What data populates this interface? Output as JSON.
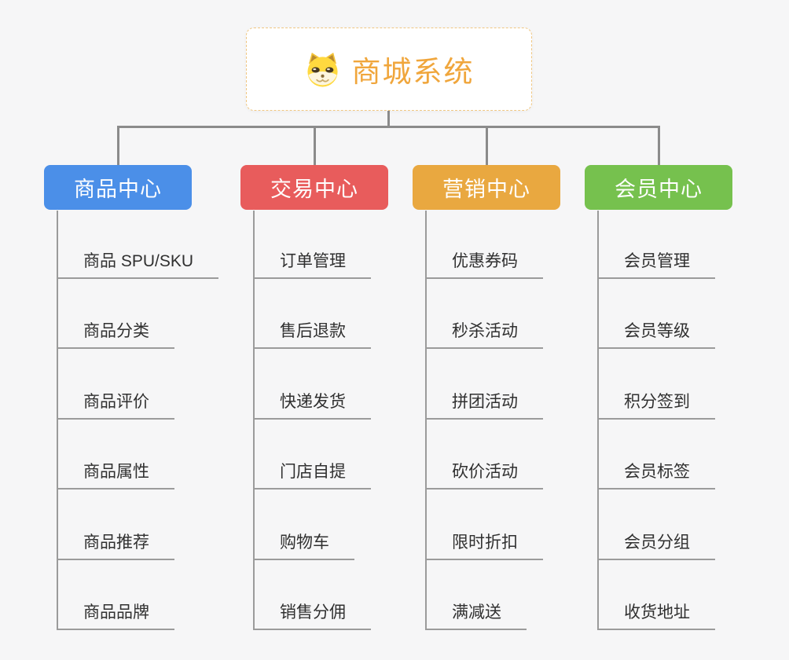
{
  "root": {
    "title": "商城系统",
    "icon": "dog-face-icon"
  },
  "branches": [
    {
      "label": "商品中心",
      "color": "#4b8fe8",
      "children": [
        "商品 SPU/SKU",
        "商品分类",
        "商品评价",
        "商品属性",
        "商品推荐",
        "商品品牌"
      ]
    },
    {
      "label": "交易中心",
      "color": "#e85c5c",
      "children": [
        "订单管理",
        "售后退款",
        "快递发货",
        "门店自提",
        "购物车",
        "销售分佣"
      ]
    },
    {
      "label": "营销中心",
      "color": "#e9a840",
      "children": [
        "优惠券码",
        "秒杀活动",
        "拼团活动",
        "砍价活动",
        "限时折扣",
        "满减送"
      ]
    },
    {
      "label": "会员中心",
      "color": "#76c14e",
      "children": [
        "会员管理",
        "会员等级",
        "积分签到",
        "会员标签",
        "会员分组",
        "收货地址"
      ]
    }
  ],
  "colors": {
    "background": "#f6f6f7",
    "connector": "#8b8b8b",
    "leaf_line": "#9b9b9b",
    "leaf_text": "#303030",
    "root_text": "#f0a63c",
    "root_border": "#f0c783"
  }
}
